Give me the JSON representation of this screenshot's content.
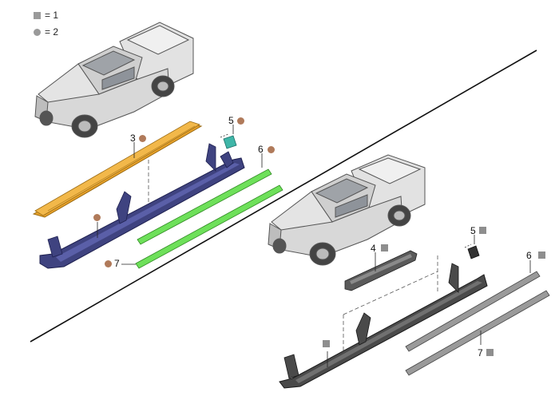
{
  "legend": [
    {
      "symbol": "square",
      "text": "= 1"
    },
    {
      "symbol": "circle",
      "text": "= 2"
    }
  ],
  "variants": {
    "type2": {
      "marker": "circle",
      "marker_color": "#b07a5a",
      "parts": [
        {
          "id": "3",
          "label": "3",
          "color": "#e39a1c",
          "name": "step-plate"
        },
        {
          "id": "5",
          "label": "5",
          "color": "#3fb6a8",
          "name": "clip"
        },
        {
          "id": "6",
          "label": "6",
          "color": "#66dd55",
          "name": "trim-strip-upper"
        },
        {
          "id": "7",
          "label": "7",
          "color": "#66dd55",
          "name": "trim-strip-lower"
        },
        {
          "id": "rail",
          "label": "",
          "color": "#3b3f78",
          "name": "running-board-rail"
        }
      ]
    },
    "type1": {
      "marker": "square",
      "marker_color": "#8e8e8e",
      "parts": [
        {
          "id": "4",
          "label": "4",
          "color": "#555555",
          "name": "step-pad"
        },
        {
          "id": "5",
          "label": "5",
          "color": "#333333",
          "name": "clip"
        },
        {
          "id": "6",
          "label": "6",
          "color": "#8a8a8a",
          "name": "trim-strip-upper"
        },
        {
          "id": "7",
          "label": "7",
          "color": "#8a8a8a",
          "name": "trim-strip-lower"
        },
        {
          "id": "rail",
          "label": "",
          "color": "#4a4a4a",
          "name": "running-board-rail"
        }
      ]
    }
  }
}
